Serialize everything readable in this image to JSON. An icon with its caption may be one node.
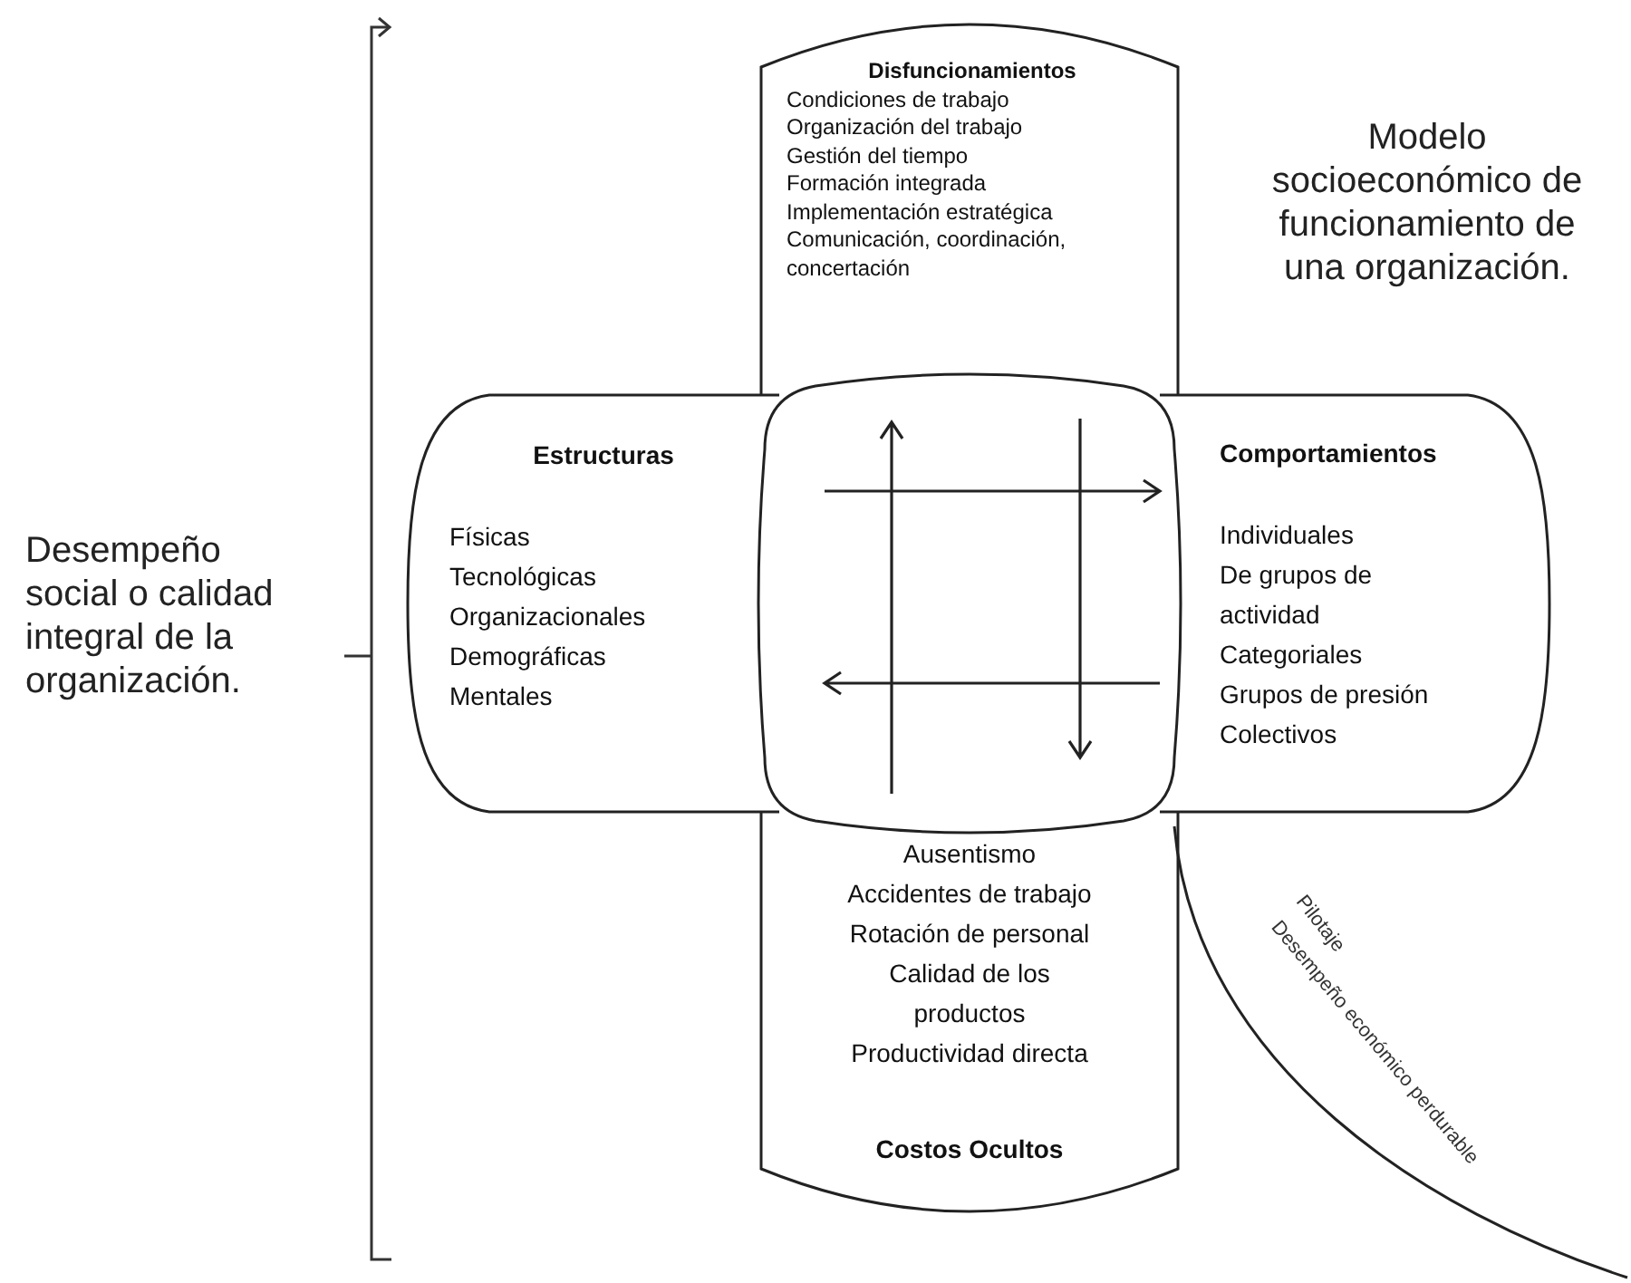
{
  "diagram": {
    "nodes": [
      {
        "text": [
          "Disfuncionamientos",
          "Condiciones de trabajo",
          "Organización del trabajo",
          "Gestión del tiempo",
          "Formación integrada",
          "Implementación estratégica",
          "Comunicación, coordinación, concertación"
        ]
      },
      {
        "text": [
          "Estructuras",
          "Físicas",
          "Tecnológicas",
          "Organizacionales",
          "Demográficas",
          "Mentales"
        ]
      },
      {
        "text": [],
        "shape": "box"
      },
      {
        "text": [
          "Comportamientos",
          "Individuales",
          "De grupos de actividad",
          "Categoriales",
          "Grupos de presión",
          "Colectivos"
        ]
      },
      {
        "text": [
          "Ausentismo",
          "Accidentes de trabajo",
          "Rotación de personal",
          "Calidad de los productos",
          "Productividad directa",
          "Costos Ocultos"
        ]
      }
    ],
    "labels": [
      "Modelo socioeconómico de funcionamiento de una organización.",
      "Desempeño social o calidad integral de la organización.",
      "Pilotaje",
      "Desempeño económico perdurable"
    ]
  }
}
